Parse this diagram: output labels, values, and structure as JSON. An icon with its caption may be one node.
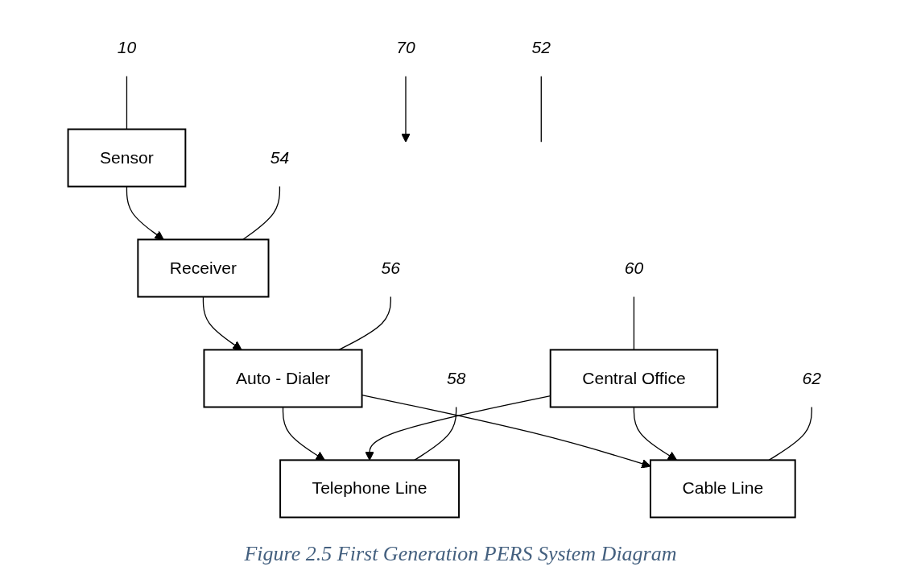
{
  "diagram": {
    "caption": "Figure 2.5 First Generation PERS System Diagram",
    "nodes": [
      {
        "text": [
          "Sensor"
        ]
      },
      {
        "text": [
          "Receiver"
        ]
      },
      {
        "text": [
          "Auto - Dialer"
        ]
      },
      {
        "text": [
          "Telephone Line"
        ]
      },
      {
        "text": [
          "Cable Line"
        ]
      },
      {
        "text": [
          "Central Office"
        ]
      },
      {
        "text": [
          "70"
        ]
      },
      {
        "text": [
          "10"
        ]
      },
      {
        "text": [
          "52"
        ]
      },
      {
        "text": [
          "54"
        ]
      },
      {
        "text": [
          "56"
        ]
      },
      {
        "text": [
          "58"
        ]
      },
      {
        "text": [
          "62"
        ]
      },
      {
        "text": [
          "60"
        ]
      }
    ],
    "edges": [
      {
        "from": 0,
        "to": 1,
        "arrow": "to"
      },
      {
        "from": 1,
        "to": 2,
        "arrow": "to"
      },
      {
        "from": 2,
        "to": 3,
        "arrow": "to"
      },
      {
        "from": 2,
        "to": 4,
        "arrow": "to"
      },
      {
        "from": 5,
        "to": 3,
        "arrow": "to"
      },
      {
        "from": 5,
        "to": 4,
        "arrow": "to"
      },
      {
        "from": 6,
        "to": null,
        "arrow": "to"
      },
      {
        "from": 7,
        "to": 0,
        "arrow": "none"
      },
      {
        "from": 8,
        "to": null,
        "arrow": "none"
      },
      {
        "from": 9,
        "to": 1,
        "arrow": "none"
      },
      {
        "from": 10,
        "to": 2,
        "arrow": "none"
      },
      {
        "from": 11,
        "to": 3,
        "arrow": "none"
      },
      {
        "from": 12,
        "to": 4,
        "arrow": "none"
      },
      {
        "from": 13,
        "to": 5,
        "arrow": "none"
      }
    ]
  }
}
